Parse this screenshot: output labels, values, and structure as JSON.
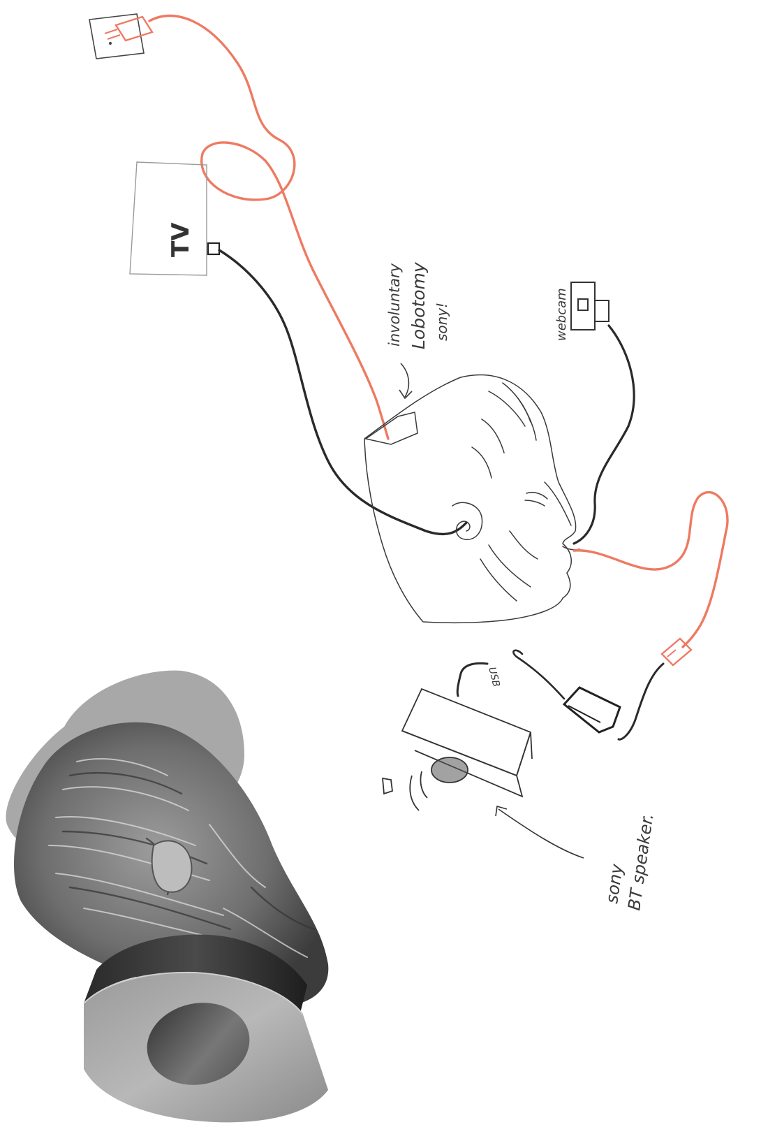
{
  "labels": {
    "tv": "TV",
    "lobotomy_1": "involuntary",
    "lobotomy_2": "Lobotomy",
    "lobotomy_3": "sony!",
    "webcam": "webcam",
    "usb": "USB",
    "speaker_1": "sony",
    "speaker_2": "BT speaker."
  },
  "colors": {
    "cable_red": "#ee7a62",
    "cable_black": "#2a2a2a",
    "sketch_line": "#3a3a3a",
    "frame_grey": "#9a9a9a"
  }
}
